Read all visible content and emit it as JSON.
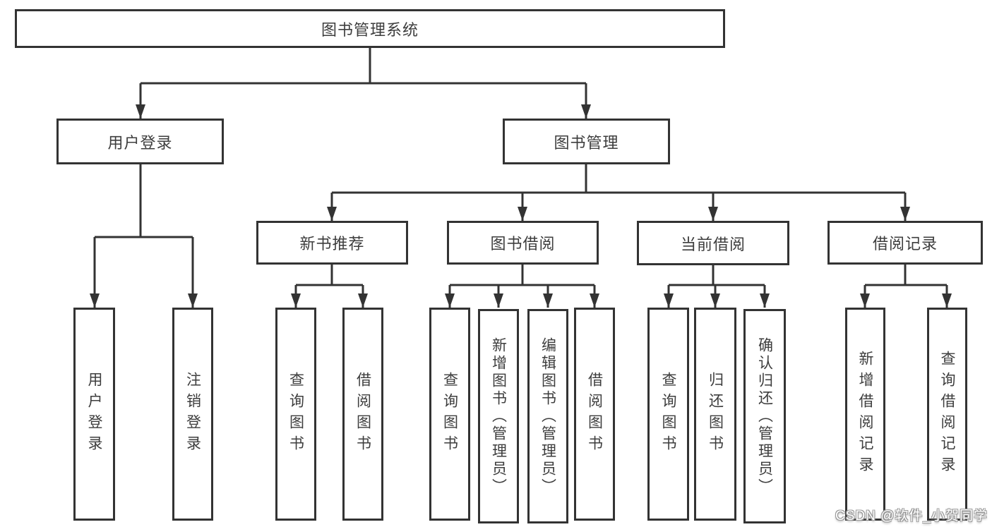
{
  "colors": {
    "line": "#333333",
    "box_border": "#333333",
    "text": "#3d3d3d",
    "background": "#ffffff",
    "watermark_text": "#ffffff",
    "watermark_outline": "#9a9a9a"
  },
  "tree": {
    "root": {
      "label": "图书管理系统"
    },
    "branches": [
      {
        "label": "用户登录",
        "children": [
          {
            "label": "用户登录"
          },
          {
            "label": "注销登录"
          }
        ]
      },
      {
        "label": "图书管理",
        "children": [
          {
            "label": "新书推荐",
            "children": [
              {
                "label": "查询图书"
              },
              {
                "label": "借阅图书"
              }
            ]
          },
          {
            "label": "图书借阅",
            "children": [
              {
                "label": "查询图书"
              },
              {
                "label": "新增图书（管理员）"
              },
              {
                "label": "编辑图书（管理员）"
              },
              {
                "label": "借阅图书"
              }
            ]
          },
          {
            "label": "当前借阅",
            "children": [
              {
                "label": "查询图书"
              },
              {
                "label": "归还图书"
              },
              {
                "label": "确认归还（管理员）"
              }
            ]
          },
          {
            "label": "借阅记录",
            "children": [
              {
                "label": "新增借阅记录"
              },
              {
                "label": "查询借阅记录"
              }
            ]
          }
        ]
      }
    ]
  },
  "watermark": {
    "text": "CSDN @软件_小贺同学"
  }
}
